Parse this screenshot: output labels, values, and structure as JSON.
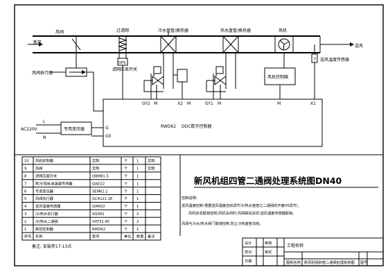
{
  "duct": {
    "label_left_top": "风阀",
    "label_left": "新风",
    "label_right": "送风"
  },
  "components": {
    "filter": "过滤网",
    "cooling_coil": "冷水盘管/换热器",
    "heating_coil": "热水盘管/换热器",
    "fan": "风机",
    "damper_actuator": "风阀执行器",
    "filter_dp_switch": "滤网压差开关",
    "supply_temp_sensor": "送风温度传感器",
    "fan_control_box": "风机控制箱",
    "dps_tag": "DPS",
    "t_tag": "T"
  },
  "controller": {
    "label": "DDC数字控制器",
    "model_tag": "RWD62",
    "terminals_top": [
      "GY2",
      "M",
      "X2",
      "M",
      "GY1",
      "M",
      "M",
      "X1"
    ],
    "terminals_left": [
      "G",
      "G0"
    ],
    "power_label": "AC220V",
    "power_l": "L",
    "power_n": "N",
    "transformer": "专用变压器"
  },
  "title": "新风机组四管二通阀处理系统图DN40",
  "notes": {
    "heading": "控制说明:",
    "line1": "送风温度控制:根据送风温度自动调节冷/热水盘管之二通阀的开度(PI调节),",
    "line2": "风机状态联锁控制;风机关闭时,风阀联动关闭,送风温度传感器联锁。",
    "line3": "风阀与冷水/热水阀门联锁控制,防止冷热盘管冻结。"
  },
  "bom": {
    "rows": [
      {
        "no": "10",
        "name": "风机控制箱",
        "model": "定制",
        "unit": "个",
        "qty": "1",
        "remark": "定制"
      },
      {
        "no": "9",
        "name": "风阀",
        "model": "定制",
        "unit": "个",
        "qty": "1",
        "remark": "定制"
      },
      {
        "no": "8",
        "name": "滤网压差开关",
        "model": "QBM81-5",
        "unit": "个",
        "qty": "1",
        "remark": ""
      },
      {
        "no": "7",
        "name": "制冷/热标准温度传感器",
        "model": "QAD22",
        "unit": "个",
        "qty": "1",
        "remark": ""
      },
      {
        "no": "6",
        "name": "专用变压器",
        "model": "SEM62.1",
        "unit": "个",
        "qty": "1",
        "remark": ""
      },
      {
        "no": "5",
        "name": "风阀执行器",
        "model": "GCA121.1E",
        "unit": "个",
        "qty": "1",
        "remark": ""
      },
      {
        "no": "4",
        "name": "送风温度传感器",
        "model": "QAM22",
        "unit": "个",
        "qty": "1",
        "remark": ""
      },
      {
        "no": "3",
        "name": "冷/热水执行器",
        "model": "SQX62",
        "unit": "个",
        "qty": "2",
        "remark": ""
      },
      {
        "no": "2",
        "name": "冷/热水二通阀",
        "model": "VVF31.40",
        "unit": "个",
        "qty": "2",
        "remark": ""
      },
      {
        "no": "1",
        "name": "数控控制器",
        "model": "RWD62",
        "unit": "个",
        "qty": "1",
        "remark": ""
      }
    ],
    "header": {
      "no": "序号",
      "name": "名称",
      "model": "型号",
      "unit": "单位",
      "qty": "数量",
      "remark": "备注"
    },
    "footnote": "备注: 安装参17-13点"
  },
  "title_block": {
    "r1a": "设计",
    "r1b": "审核",
    "r2a": "校对",
    "r2b": "审定",
    "r3a": "日期",
    "r3b": "",
    "proj_label": "工程名称",
    "drawing_label": "图纸名称",
    "drawing_name": "新风机组四管二通阀处理系统图",
    "no_label": "图号"
  }
}
